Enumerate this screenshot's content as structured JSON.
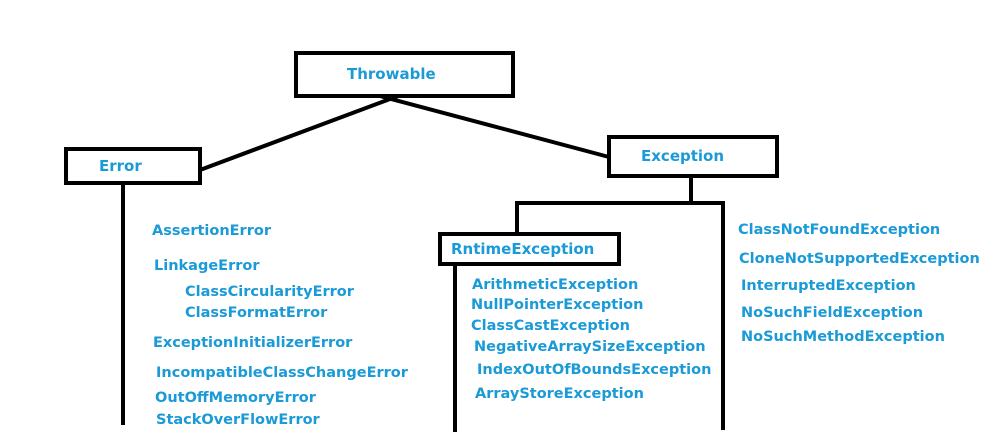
{
  "colors": {
    "text": "#1a9ad6",
    "lines": "#000000",
    "background": "#ffffff"
  },
  "nodes": {
    "throwable": "Throwable",
    "error": "Error",
    "exception": "Exception",
    "runtime": "RntimeException"
  },
  "error_subclasses": {
    "assertion": "AssertionError",
    "linkage": "LinkageError",
    "class_circularity": "ClassCircularityError",
    "class_format": "ClassFormatError",
    "exception_initializer": "ExceptionInitializerError",
    "incompatible_class_change": "IncompatibleClassChangeError",
    "out_of_memory": "OutOffMemoryError",
    "stack_overflow": "StackOverFlowError"
  },
  "runtime_subclasses": [
    "ArithmeticException",
    "NullPointerException",
    "ClassCastException",
    "NegativeArraySizeException",
    "IndexOutOfBoundsException",
    "ArrayStoreException"
  ],
  "checked_subclasses": [
    "ClassNotFoundException",
    "CloneNotSupportedException",
    "InterruptedException",
    "NoSuchFieldException",
    "NoSuchMethodException"
  ]
}
